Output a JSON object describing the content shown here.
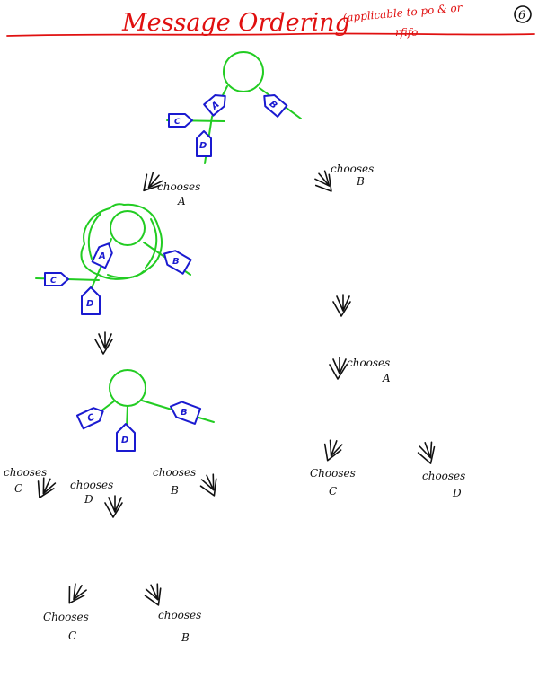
{
  "header": {
    "title": "Message Ordering",
    "paren_note_line1": "(applicable to po & or",
    "paren_note_line2": "rfifo",
    "page_number": "6"
  },
  "messages": {
    "a": "A",
    "b": "B",
    "c": "C",
    "d": "D"
  },
  "left_branch": {
    "step1_label": "chooses",
    "step1_msg": "A",
    "choice_c_label": "chooses",
    "choice_c_msg": "C",
    "choice_d_label": "chooses",
    "choice_d_msg": "D",
    "choice_b_label": "chooses",
    "choice_b_msg": "B",
    "bottom_c_label": "Chooses",
    "bottom_c_msg": "C",
    "bottom_b_label": "chooses",
    "bottom_b_msg": "B"
  },
  "right_branch": {
    "step1_label": "chooses",
    "step1_msg": "B",
    "step2_label": "chooses",
    "step2_msg": "A",
    "choice_c_label": "Chooses",
    "choice_c_msg": "C",
    "choice_d_label": "chooses",
    "choice_d_msg": "D"
  },
  "colors": {
    "title": "#e01010",
    "process": "#22cc22",
    "message": "#1a1ad0",
    "text": "#111111"
  }
}
